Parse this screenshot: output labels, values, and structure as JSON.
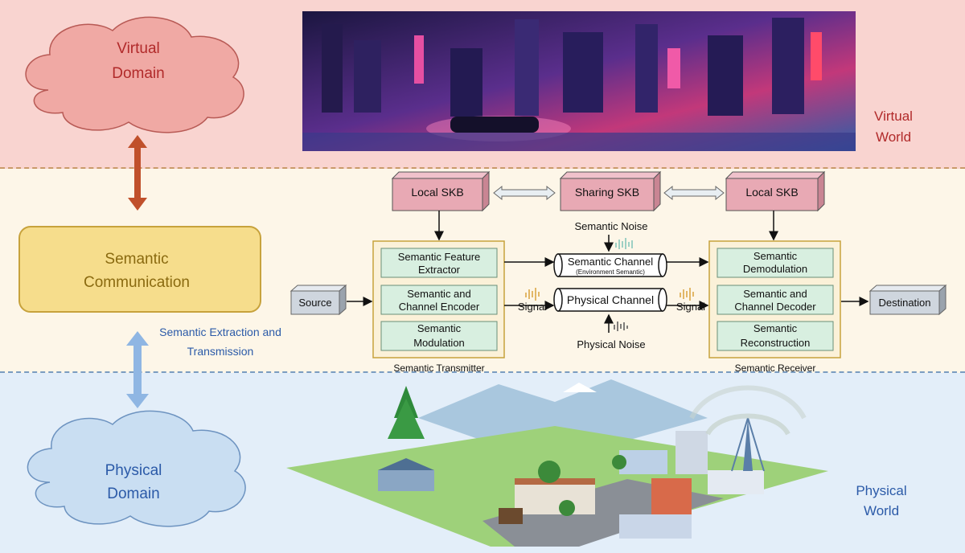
{
  "zones": {
    "virtual_domain": [
      "Virtual",
      "Domain"
    ],
    "semantic_communication": [
      "Semantic",
      "Communication"
    ],
    "physical_domain": [
      "Physical",
      "Domain"
    ],
    "virtual_world": [
      "Virtual",
      "World"
    ],
    "physical_world": [
      "Physical",
      "World"
    ],
    "extraction_label": [
      "Semantic Extraction and",
      "Transmission"
    ]
  },
  "knowledge_bases": {
    "left": "Local SKB",
    "center": "Sharing SKB",
    "right": "Local SKB"
  },
  "endpoints": {
    "source": "Source",
    "destination": "Destination"
  },
  "transmitter": {
    "title": "Semantic Transmitter",
    "blocks": [
      [
        "Semantic Feature",
        "Extractor"
      ],
      [
        "Semantic and",
        "Channel Encoder"
      ],
      [
        "Semantic",
        "Modulation"
      ]
    ]
  },
  "receiver": {
    "title": "Semantic Receiver",
    "blocks": [
      [
        "Semantic",
        "Demodulation"
      ],
      [
        "Semantic and",
        "Channel Decoder"
      ],
      [
        "Semantic",
        "Reconstruction"
      ]
    ]
  },
  "channels": {
    "semantic": "Semantic Channel",
    "semantic_sub": "(Environment Semantic)",
    "physical": "Physical Channel",
    "semantic_noise": "Semantic Noise",
    "physical_noise": "Physical Noise",
    "signal_left": "Signal",
    "signal_right": "Signal"
  },
  "colors": {
    "cloud_virtual": "#f0a9a4",
    "cloud_physical": "#c9def2",
    "semcom_box": "#f6dd8c",
    "skb_box": "#e8a9b4",
    "block_fill": "#d8efe0",
    "frame_fill": "#fbf1d8",
    "arrow_virtual": "#c0502b",
    "arrow_physical": "#8fb6e3"
  }
}
